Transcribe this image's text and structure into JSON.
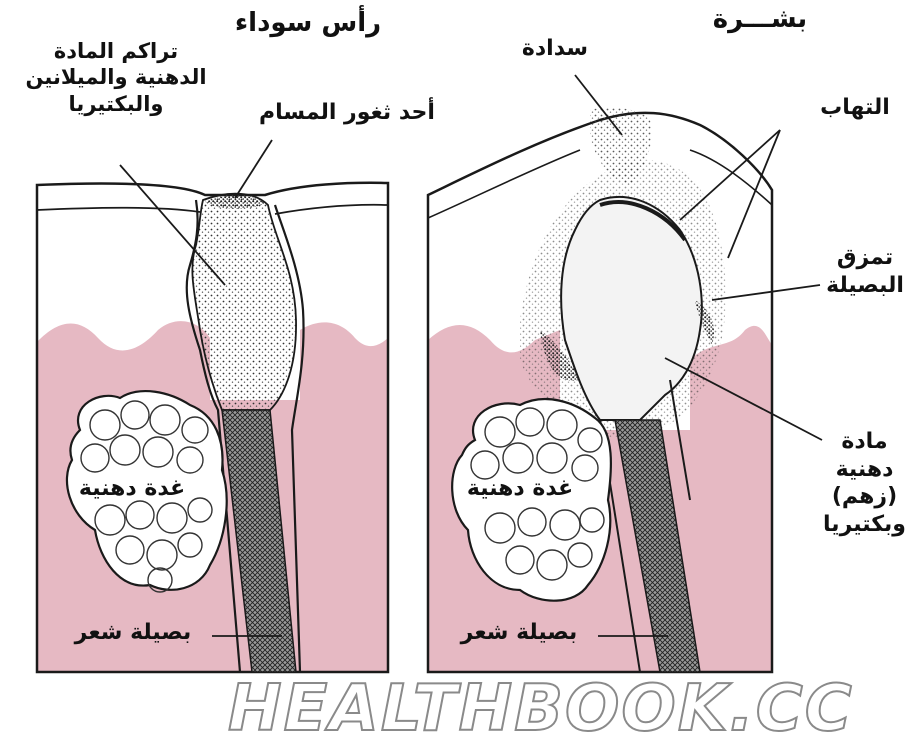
{
  "labels": {
    "blackhead": "رأس سوداء",
    "epidermis": "بشـــرة",
    "accumulation": "تراكم المادة الدهنية والميلانين والبكتيريا",
    "pore": "أحد ثغور المسام",
    "plug": "سدادة",
    "inflammation": "التهاب",
    "follicle_rupture": "تمزق البصيلة",
    "sebum_bacteria": "مادة دهنية (زهم) وبكتيريا",
    "gland_left": "غدة دهنية",
    "gland_right": "غدة دهنية",
    "hair_follicle_left": "بصيلة شعر",
    "hair_follicle_right": "بصيلة شعر"
  },
  "watermark": "HEALTHBOOK.CC",
  "colors": {
    "dermis": "#e6b9c3",
    "line": "#1a1a1a",
    "background": "#ffffff"
  }
}
